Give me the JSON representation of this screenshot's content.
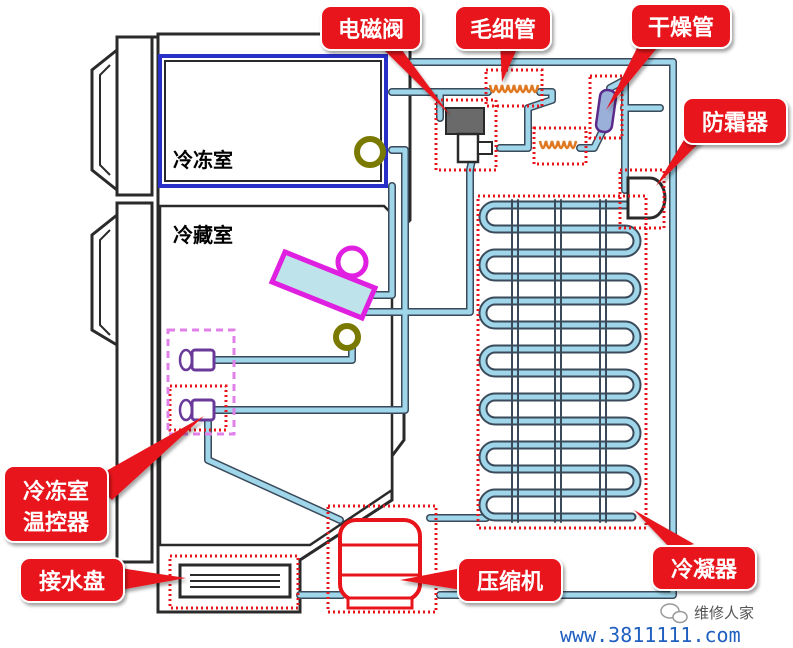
{
  "labels": {
    "freezer_compartment": "冷冻室",
    "fridge_compartment": "冷藏室",
    "solenoid_valve": "电磁阀",
    "capillary_tube": "毛细管",
    "drier_tube": "干燥管",
    "anti_frost": "防霜器",
    "freezer_thermostat_line1": "冷冻室",
    "freezer_thermostat_line2": "温控器",
    "drip_tray": "接水盘",
    "compressor": "压缩机",
    "condenser": "冷凝器"
  },
  "watermark": {
    "brand": "维修人家",
    "url": "www.3811111.com"
  },
  "colors": {
    "callout_red": "#e8141c",
    "pipe_blue": "#9fd6ea",
    "pipe_outline": "#3a4a5a",
    "freezer_border": "#2830c8",
    "evaporator_magenta": "#e020e0",
    "coil_orange": "#e07820",
    "compressor_red": "#e8141c",
    "url_blue": "#2060c0",
    "ring_olive": "#7a7a00"
  },
  "icons": [
    "wechat-icon"
  ]
}
